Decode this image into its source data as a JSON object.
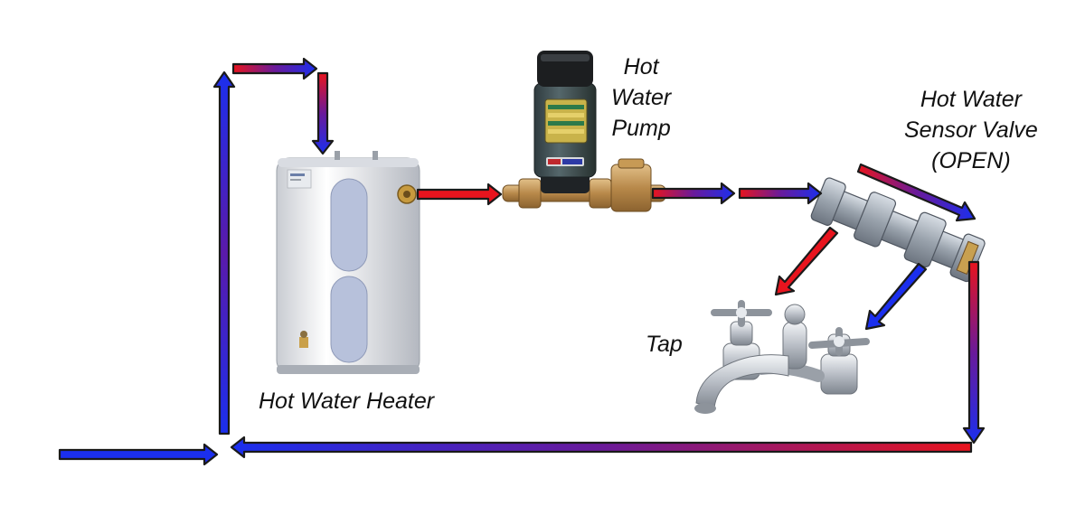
{
  "labels": {
    "heater": "Hot Water Heater",
    "pump": [
      "Hot",
      "Water",
      "Pump"
    ],
    "valve": [
      "Hot Water",
      "Sensor Valve",
      "(OPEN)"
    ],
    "tap": "Tap"
  },
  "colors": {
    "hot": "#e8141e",
    "cold": "#1b2fee",
    "mixed": "#6a1a9a",
    "outline": "#1a1a1a"
  },
  "icons": [
    "water-heater-icon",
    "pump-icon",
    "sensor-valve-icon",
    "faucet-icon"
  ]
}
